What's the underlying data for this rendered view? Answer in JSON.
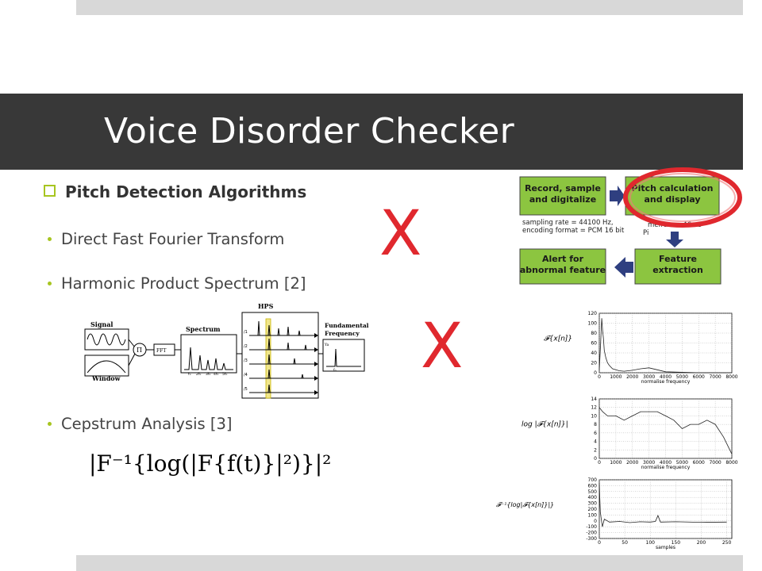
{
  "slide": {
    "title": "Voice Disorder Checker",
    "heading": "Pitch Detection Algorithms",
    "bullets": [
      "Direct Fast Fourier Transform",
      "Harmonic Product Spectrum [2]",
      "Cepstrum Analysis [3]"
    ],
    "marks": [
      "X",
      "X"
    ],
    "formula": "|F⁻¹{log(|F{f(t)}|²)}|²"
  },
  "flowchart": {
    "boxes": [
      "Record, sample and digitalize",
      "Pitch calculation and display",
      "Alert for abnormal feature",
      "Feature extraction"
    ],
    "note_left": [
      "sampling rate = 44100 Hz,",
      "encoding format = PCM 16 bit"
    ],
    "note_right": [
      "meframe: 46ms",
      "Pi"
    ]
  },
  "hps_diagram": {
    "title": "HPS",
    "signal": "Signal",
    "window": "Window",
    "spectrum": "Spectrum",
    "fft": "FFT",
    "product": "Π",
    "fundamental": [
      "Fundamental",
      "Frequency"
    ],
    "rows": [
      "/1",
      "/2",
      "/3",
      "/4",
      "/5"
    ],
    "axis": [
      "f₀",
      "2f₀",
      "3f₀",
      "4f₀",
      "5f₀"
    ],
    "ff_axis": [
      "Ya",
      "f₀"
    ]
  },
  "colors": {
    "green_box": "#8cc540",
    "accent": "#a7c520",
    "titlebar": "#383838",
    "arrow": "#2f3f80",
    "highlight": "#e0282e"
  },
  "chart_data": [
    {
      "type": "line",
      "ylabel": "𝓕{x[n]}",
      "xlabel": "normalise frequency",
      "x_ticks": [
        0,
        1000,
        2000,
        3000,
        4000,
        5000,
        6000,
        7000,
        8000
      ],
      "y_ticks": [
        0,
        20,
        40,
        60,
        80,
        100,
        120
      ],
      "xlim": [
        0,
        8000
      ],
      "ylim": [
        0,
        120
      ],
      "series": [
        {
          "x": [
            0,
            80,
            150,
            200,
            250,
            300,
            400,
            500,
            600,
            800,
            1000,
            1200,
            1500,
            2000,
            2500,
            3000,
            3500,
            4000,
            5000,
            6000,
            7000,
            8000
          ],
          "y": [
            5,
            60,
            110,
            85,
            70,
            45,
            30,
            20,
            15,
            8,
            6,
            4,
            3,
            5,
            8,
            10,
            6,
            2,
            1,
            0,
            0,
            0
          ]
        }
      ]
    },
    {
      "type": "line",
      "ylabel": "log |𝓕{x[n]}|",
      "xlabel": "normalise frequency",
      "x_ticks": [
        0,
        1000,
        2000,
        3000,
        4000,
        5000,
        6000,
        7000,
        8000
      ],
      "y_ticks": [
        0,
        2,
        4,
        6,
        8,
        10,
        12,
        14
      ],
      "xlim": [
        0,
        8000
      ],
      "ylim": [
        0,
        14
      ],
      "series": [
        {
          "x": [
            0,
            200,
            500,
            1000,
            1500,
            2000,
            2500,
            3000,
            3500,
            4000,
            4500,
            5000,
            5500,
            6000,
            6500,
            7000,
            7500,
            8000
          ],
          "y": [
            12,
            11,
            10,
            10,
            9,
            10,
            11,
            11,
            11,
            10,
            9,
            7,
            8,
            8,
            9,
            8,
            5,
            1
          ]
        }
      ]
    },
    {
      "type": "line",
      "ylabel": "𝓕⁻¹{log|𝓕{x[n]}|}",
      "xlabel": "samples",
      "x_ticks": [
        0,
        50,
        100,
        150,
        200,
        250
      ],
      "y_ticks": [
        -300,
        -200,
        -100,
        0,
        100,
        200,
        300,
        400,
        500,
        600,
        700
      ],
      "xlim": [
        0,
        260
      ],
      "ylim": [
        -300,
        700
      ],
      "series": [
        {
          "x": [
            0,
            1,
            2,
            4,
            6,
            10,
            20,
            40,
            60,
            80,
            100,
            110,
            115,
            120,
            150,
            200,
            250
          ],
          "y": [
            650,
            400,
            150,
            20,
            -100,
            30,
            -20,
            -10,
            -30,
            -15,
            -20,
            -10,
            90,
            -20,
            -15,
            -25,
            -20
          ]
        }
      ]
    }
  ]
}
